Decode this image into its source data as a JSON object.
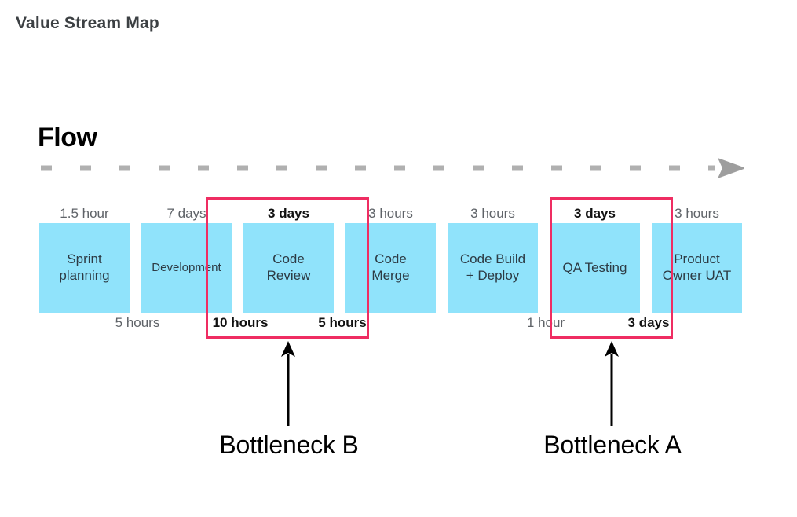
{
  "page": {
    "title": "Value Stream Map",
    "background_color": "#ffffff"
  },
  "flow": {
    "heading": "Flow",
    "arrow_color": "#b0b0b0",
    "arrow_style": "dashed-right-arrow"
  },
  "colors": {
    "stage_fill": "#90e3fb",
    "stage_text": "#2d3b44",
    "highlight_border": "#ef2d62",
    "muted_text": "#5f6368",
    "emphasis_text": "#111111",
    "title_text": "#3c4043"
  },
  "chart_data": {
    "type": "diagram",
    "title": "Value Stream Map",
    "stages": [
      {
        "name": "Sprint\nplanning",
        "lead_time": "1.5 hour",
        "lead_emphasis": false,
        "wait_time_after": "5 hours",
        "wait_emphasis": false,
        "bottleneck": null
      },
      {
        "name": "Development",
        "lead_time": "7 days",
        "lead_emphasis": false,
        "wait_time_after": "10 hours",
        "wait_emphasis": true,
        "bottleneck": null
      },
      {
        "name": "Code\nReview",
        "lead_time": "3 days",
        "lead_emphasis": true,
        "wait_time_after": "5 hours",
        "wait_emphasis": true,
        "bottleneck": "B"
      },
      {
        "name": "Code\nMerge",
        "lead_time": "3 hours",
        "lead_emphasis": false,
        "wait_time_after": null,
        "wait_emphasis": false,
        "bottleneck": null
      },
      {
        "name": "Code Build\n+ Deploy",
        "lead_time": "3 hours",
        "lead_emphasis": false,
        "wait_time_after": "1 hour",
        "wait_emphasis": false,
        "bottleneck": null
      },
      {
        "name": "QA Testing",
        "lead_time": "3 days",
        "lead_emphasis": true,
        "wait_time_after": "3 days",
        "wait_emphasis": true,
        "bottleneck": "A"
      },
      {
        "name": "Product\nOwner UAT",
        "lead_time": "3 hours",
        "lead_emphasis": false,
        "wait_time_after": null,
        "wait_emphasis": false,
        "bottleneck": null
      }
    ],
    "bottlenecks": [
      {
        "id": "B",
        "label": "Bottleneck B",
        "covers": [
          "Development",
          "Code Review"
        ]
      },
      {
        "id": "A",
        "label": "Bottleneck A",
        "covers": [
          "QA Testing"
        ]
      }
    ]
  },
  "stage_labels": {
    "s0": "Sprint\nplanning",
    "s1": "Development",
    "s2": "Code\nReview",
    "s3": "Code\nMerge",
    "s4": "Code Build\n+ Deploy",
    "s5": "QA Testing",
    "s6": "Product\nOwner UAT"
  },
  "lead_times": {
    "s0": "1.5 hour",
    "s1": "7 days",
    "s2": "3 days",
    "s3": "3 hours",
    "s4": "3 hours",
    "s5": "3 days",
    "s6": "3 hours"
  },
  "wait_times": {
    "w0": "5 hours",
    "w1": "10 hours",
    "w2": "5 hours",
    "w4": "1 hour",
    "w5": "3 days"
  },
  "callouts": {
    "b": "Bottleneck B",
    "a": "Bottleneck A"
  }
}
